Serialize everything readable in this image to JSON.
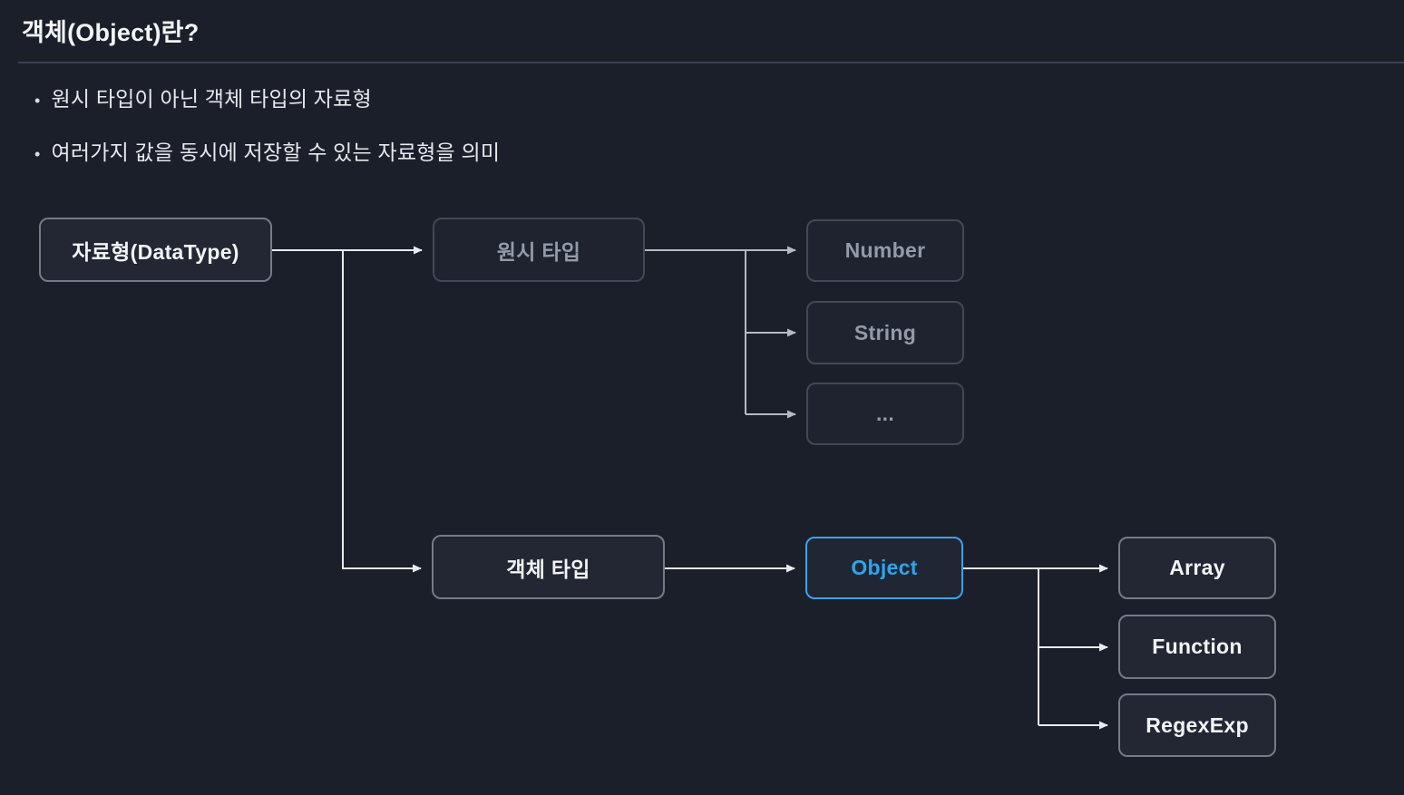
{
  "page": {
    "title": "객체(Object)란?",
    "bullet_char": "•",
    "bullets": [
      "원시 타입이 아닌 객체 타입의 자료형",
      "여러가지 값을 동시에 저장할 수 있는 자료형을 의미"
    ]
  },
  "diagram": {
    "nodes": [
      {
        "id": "datatype",
        "label": "자료형(DataType)",
        "emphasis": "bright"
      },
      {
        "id": "primitive-type",
        "label": "원시 타입",
        "emphasis": "muted"
      },
      {
        "id": "number",
        "label": "Number",
        "emphasis": "muted"
      },
      {
        "id": "string",
        "label": "String",
        "emphasis": "muted"
      },
      {
        "id": "ellipsis",
        "label": "...",
        "emphasis": "muted"
      },
      {
        "id": "object-type",
        "label": "객체 타입",
        "emphasis": "bright"
      },
      {
        "id": "object",
        "label": "Object",
        "emphasis": "highlight"
      },
      {
        "id": "array",
        "label": "Array",
        "emphasis": "bright"
      },
      {
        "id": "function",
        "label": "Function",
        "emphasis": "bright"
      },
      {
        "id": "regexexp",
        "label": "RegexExp",
        "emphasis": "bright"
      }
    ],
    "edges": [
      {
        "from": "datatype",
        "to": "primitive-type"
      },
      {
        "from": "datatype",
        "to": "object-type"
      },
      {
        "from": "primitive-type",
        "to": "number"
      },
      {
        "from": "primitive-type",
        "to": "string"
      },
      {
        "from": "primitive-type",
        "to": "ellipsis"
      },
      {
        "from": "object-type",
        "to": "object"
      },
      {
        "from": "object",
        "to": "array"
      },
      {
        "from": "object",
        "to": "function"
      },
      {
        "from": "object",
        "to": "regexexp"
      }
    ],
    "colors": {
      "background": "#1b1f2a",
      "node_fill": "#232734",
      "border_bright": "#747a86",
      "border_muted": "#424854",
      "text_bright": "#f2f4f7",
      "text_muted": "#949ba8",
      "highlight_blue": "#3da2e6",
      "connector_bright": "#e7eaef",
      "connector_muted": "#b4bac4"
    }
  }
}
